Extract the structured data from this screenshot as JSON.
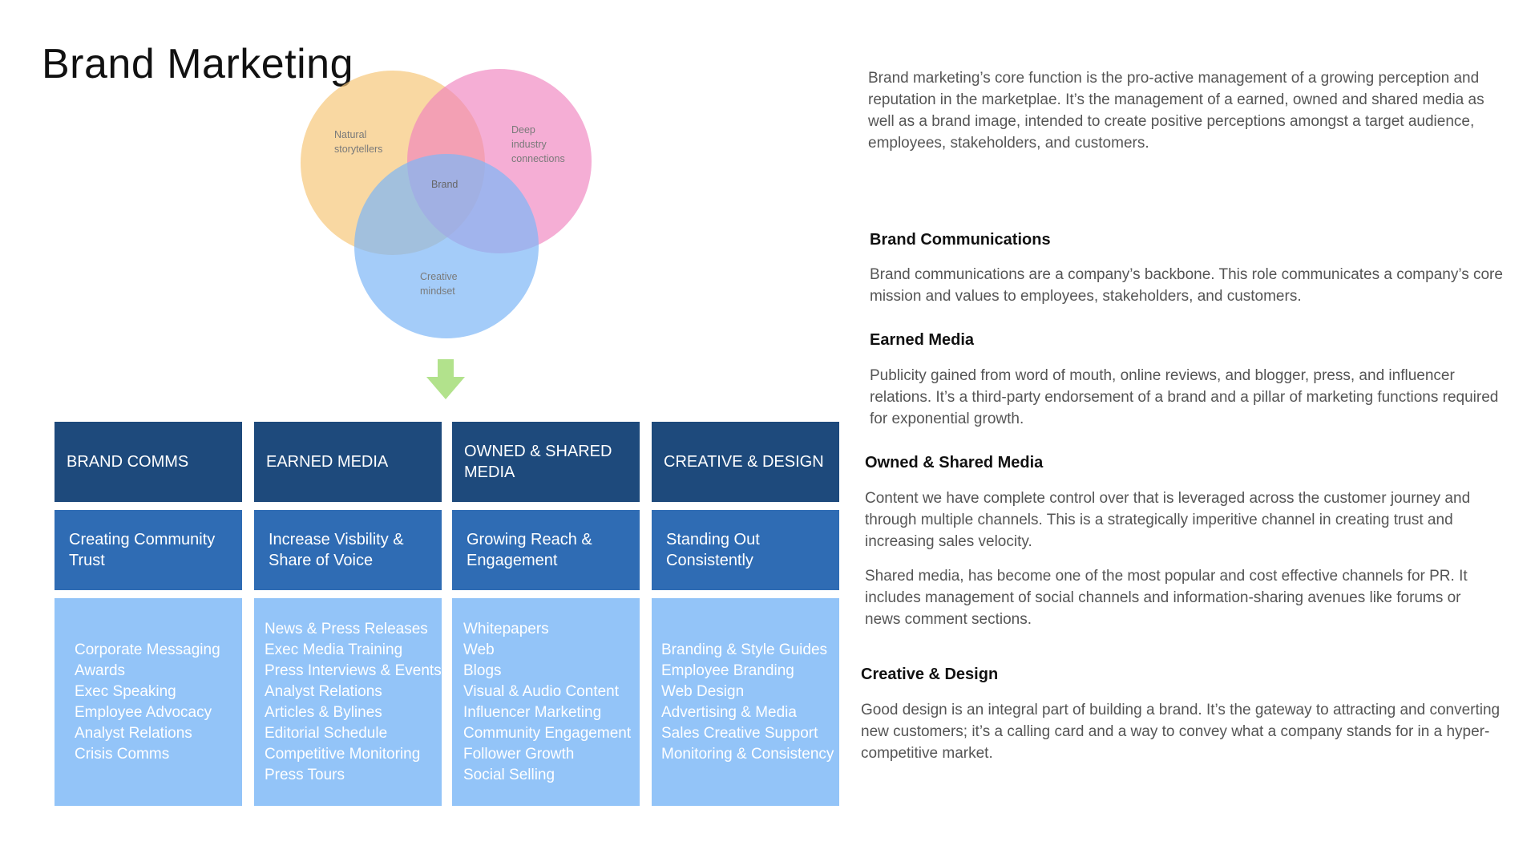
{
  "title": "Brand Marketing",
  "venn": {
    "circles": [
      {
        "label_lines": [
          "Natural",
          "storytellers"
        ],
        "color": "#f6c77a"
      },
      {
        "label_lines": [
          "Deep",
          "industry",
          "connections"
        ],
        "color": "#ef82bf"
      },
      {
        "label_lines": [
          "Creative",
          "mindset"
        ],
        "color": "#7eb7f6"
      }
    ],
    "center_label": "Brand"
  },
  "arrow_color": "#b2e28c",
  "columns": [
    {
      "header": "BRAND COMMS",
      "subheader": "Creating Community Trust",
      "items": [
        "Corporate Messaging",
        "Awards",
        "Exec Speaking",
        "Employee Advocacy",
        "Analyst Relations",
        "Crisis Comms"
      ]
    },
    {
      "header": "EARNED MEDIA",
      "subheader": "Increase Visbility & Share of Voice",
      "items": [
        "News & Press Releases",
        "Exec Media Training",
        "Press Interviews & Events",
        "Analyst Relations",
        "Articles & Bylines",
        "Editorial Schedule",
        "Competitive Monitoring",
        "Press Tours"
      ]
    },
    {
      "header": "OWNED & SHARED MEDIA",
      "subheader": "Growing Reach & Engagement",
      "items": [
        "Whitepapers",
        "Web",
        "Blogs",
        "Visual & Audio Content",
        "Influencer Marketing",
        "Community Engagement",
        "Follower Growth",
        "Social Selling"
      ]
    },
    {
      "header": "CREATIVE & DESIGN",
      "subheader": "Standing Out Consistently",
      "items": [
        "Branding & Style Guides",
        "Employee Branding",
        "Web Design",
        "Advertising & Media",
        "Sales Creative Support",
        "Monitoring & Consistency"
      ]
    }
  ],
  "intro": "Brand marketing’s core function is the pro-active management of a growing perception and reputation in the marketplae.  It’s the management of a earned, owned and shared media as well as a brand image, intended to create positive perceptions amongst a target audience, employees, stakeholders, and customers.",
  "sections": {
    "brand_comms": {
      "heading": "Brand Communications",
      "text": "Brand communications are a company’s backbone. This role communicates a company’s core mission and values to employees, stakeholders, and customers."
    },
    "earned_media": {
      "heading": "Earned Media",
      "text": "Publicity gained from word of mouth, online reviews, and blogger, press, and influencer relations. It’s a third-party endorsement of a brand and a pillar of marketing functions required for exponential growth."
    },
    "owned_shared": {
      "heading": "Owned & Shared Media",
      "text": "Content we have complete control over that is leveraged across the customer journey and through multiple channels. This is a strategically imperitive channel in creating trust and increasing sales velocity.",
      "text2": "Shared media, has become one of the most popular and cost effective channels for PR. It includes management of social channels and information-sharing avenues like forums or news comment sections."
    },
    "creative_design": {
      "heading": "Creative & Design",
      "text": "Good design is an integral part of building a brand. It’s the gateway to attracting and converting new customers; it’s a calling card and a way to convey what a company stands for in a hyper-competitive market."
    }
  }
}
